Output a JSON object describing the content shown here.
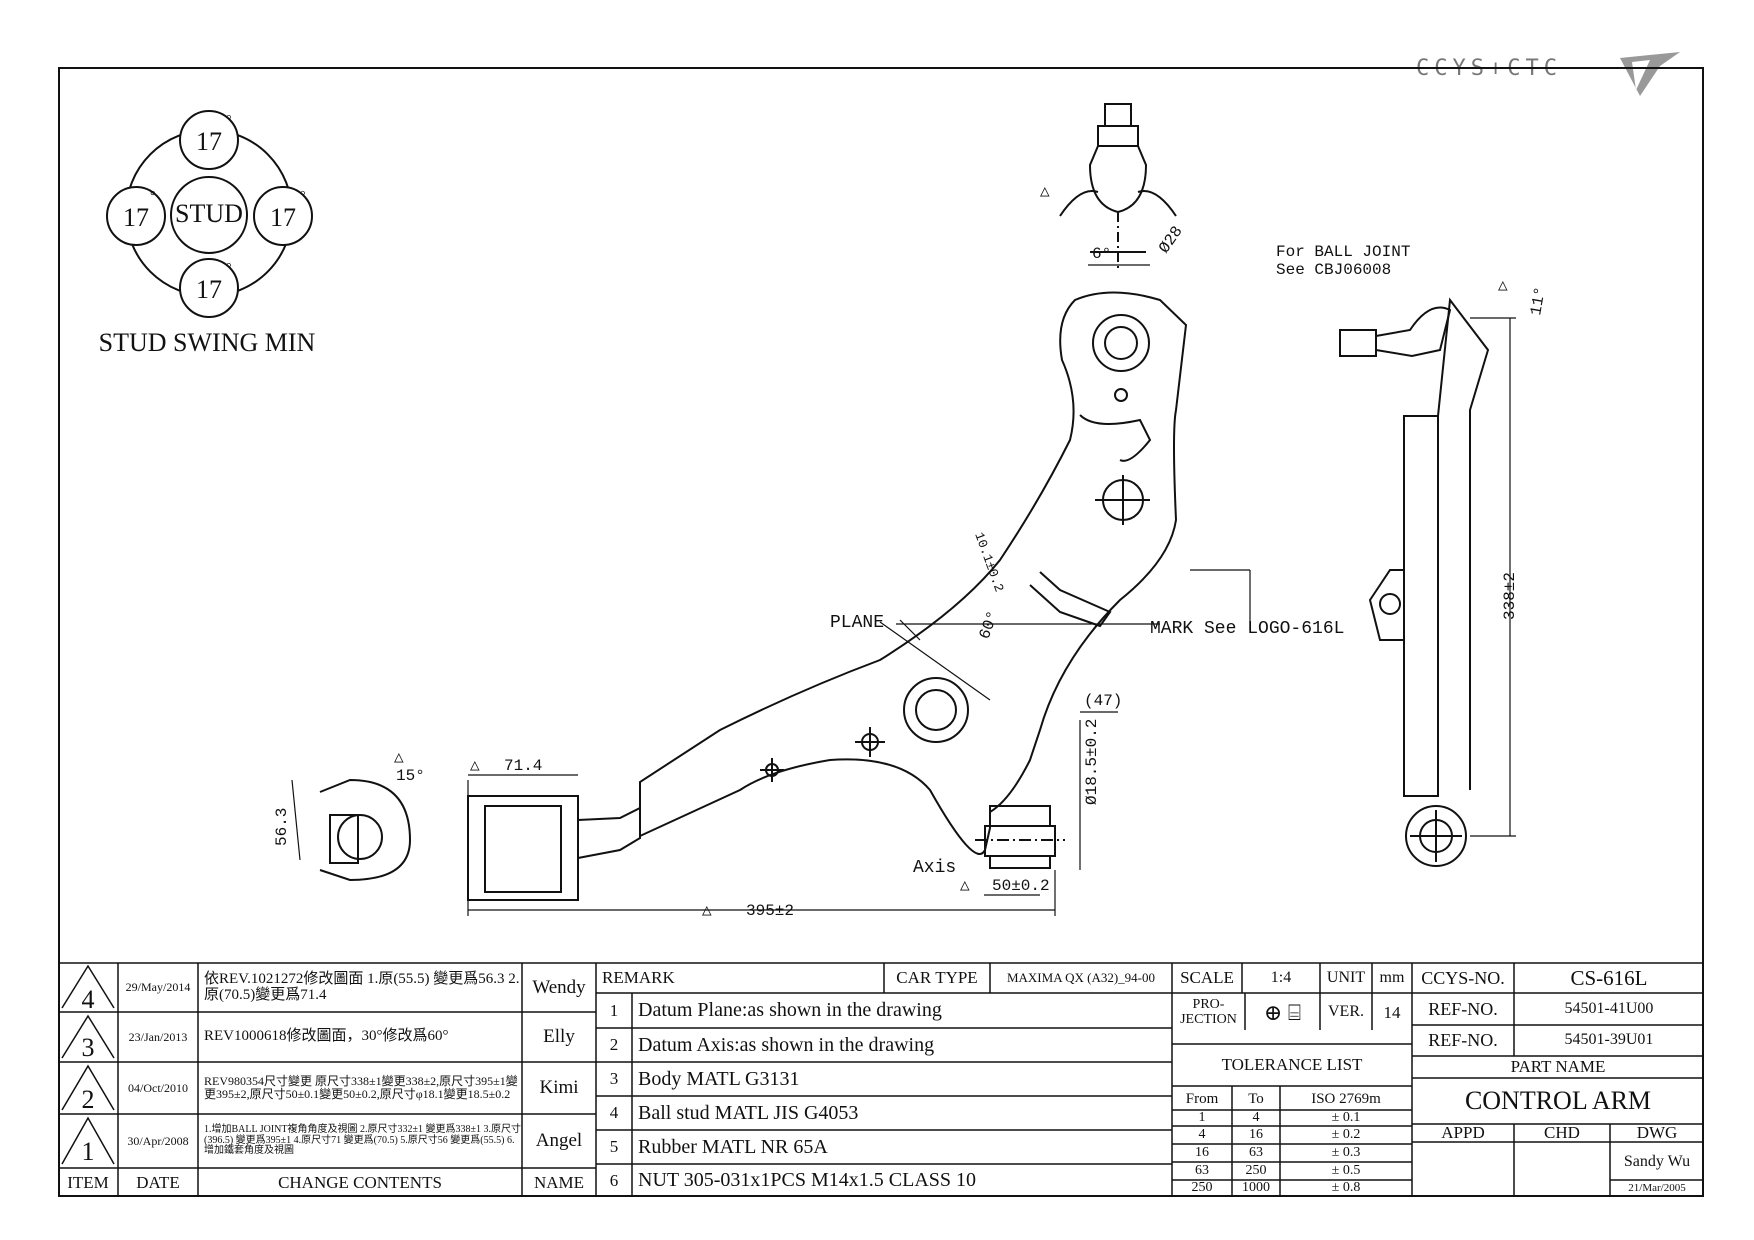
{
  "logo": {
    "text": "CCYS+CTC"
  },
  "stud_swing": {
    "center": "STUD",
    "top": "17",
    "left": "17",
    "right": "17",
    "bottom": "17",
    "degree": "°",
    "caption": "STUD SWING MIN"
  },
  "drawing_labels": {
    "ball_joint_note_1": "For BALL JOINT",
    "ball_joint_note_2": "See CBJ06008",
    "plane": "PLANE",
    "mark": "MARK See LOGO-616L",
    "axis": "Axis",
    "dim_6": "6°",
    "dim_28": "Ø28",
    "dim_11": "11°",
    "dim_338": "338±2",
    "dim_47": "(47)",
    "dim_185": "Ø18.5±0.2",
    "dim_50": "50±0.2",
    "dim_395": "395±2",
    "dim_714": "71.4",
    "dim_563": "56.3",
    "dim_15": "15°",
    "dim_60": "60°",
    "dim_101": "10.1±0.2",
    "tri": "△"
  },
  "revisions": [
    {
      "item": "4",
      "date": "29/May/2014",
      "contents": "依REV.1021272修改圖面 1.原(55.5) 變更爲56.3 2.原(70.5)變更爲71.4",
      "name": "Wendy"
    },
    {
      "item": "3",
      "date": "23/Jan/2013",
      "contents": "REV1000618修改圖面，30°修改爲60°",
      "name": "Elly"
    },
    {
      "item": "2",
      "date": "04/Oct/2010",
      "contents": "REV980354尺寸變更 原尺寸338±1變更338±2,原尺寸395±1變更395±2,原尺寸50±0.1變更50±0.2,原尺寸φ18.1變更18.5±0.2",
      "name": "Kimi"
    },
    {
      "item": "1",
      "date": "30/Apr/2008",
      "contents": "1.增加BALL JOINT複角角度及視圖 2.原尺寸332±1 變更爲338±1 3.原尺寸(396.5) 變更爲395±1 4.原尺寸71 變更爲(70.5) 5.原尺寸56 變更爲(55.5) 6.增加鐵套角度及視圖",
      "name": "Angel"
    }
  ],
  "rev_header": {
    "item": "ITEM",
    "date": "DATE",
    "contents": "CHANGE CONTENTS",
    "name": "NAME"
  },
  "remark": {
    "label": "REMARK",
    "car_type_label": "CAR TYPE",
    "car_type": "MAXIMA QX (A32)_94-00",
    "rows": [
      {
        "no": "1",
        "text": "Datum Plane:as shown in the drawing"
      },
      {
        "no": "2",
        "text": "Datum Axis:as shown in the drawing"
      },
      {
        "no": "3",
        "text": "Body MATL G3131"
      },
      {
        "no": "4",
        "text": "Ball stud MATL JIS G4053"
      },
      {
        "no": "5",
        "text": "Rubber MATL NR 65A"
      },
      {
        "no": "6",
        "text": "NUT 305-031x1PCS M14x1.5 CLASS 10"
      }
    ]
  },
  "spec": {
    "scale_label": "SCALE",
    "scale": "1:4",
    "unit_label": "UNIT",
    "unit": "mm",
    "projection_label": "PRO-\nJECTION",
    "ver_label": "VER.",
    "ver": "14",
    "tolerance_title": "TOLERANCE LIST",
    "tol_head": [
      "From",
      "To",
      "ISO 2769m"
    ],
    "tol_rows": [
      [
        "1",
        "4",
        "± 0.1"
      ],
      [
        "4",
        "16",
        "± 0.2"
      ],
      [
        "16",
        "63",
        "± 0.3"
      ],
      [
        "63",
        "250",
        "± 0.5"
      ],
      [
        "250",
        "1000",
        "± 0.8"
      ]
    ]
  },
  "part": {
    "ccys_label": "CCYS-NO.",
    "ccys_no": "CS-616L",
    "ref_label": "REF-NO.",
    "ref1": "54501-41U00",
    "ref2": "54501-39U01",
    "part_name_label": "PART NAME",
    "part_name": "CONTROL ARM",
    "appd": "APPD",
    "chd": "CHD",
    "dwg": "DWG",
    "dwg_by": "Sandy Wu",
    "dwg_date": "21/Mar/2005"
  }
}
